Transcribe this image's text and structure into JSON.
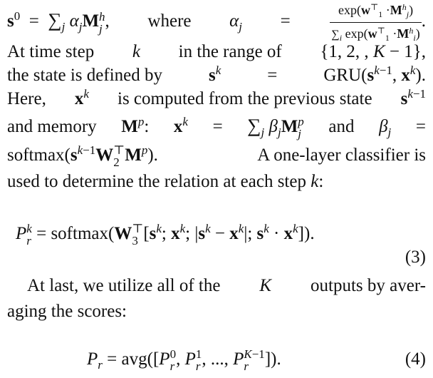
{
  "paragraph1": {
    "line1_where": "where",
    "line2_text": "At time step",
    "line2_text2": "in the range of",
    "line3_text": "the state is defined by",
    "line3_gru": "GRU",
    "line4_text": "Here,",
    "line4_text2": "is computed from the previous state",
    "line5_text": "and memory",
    "line5_and": "and",
    "line6_softmax": "softmax",
    "line6_text": "A one-layer classifier is",
    "line7_text": "used to determine the relation at each step"
  },
  "equation3": {
    "softmax": "softmax",
    "label": "(3)"
  },
  "paragraph2": {
    "line1": "At last, we utilize all of the",
    "line1_k": "K",
    "line1_rest": "outputs by aver-",
    "line2": "aging the scores:"
  },
  "equation4": {
    "avg": "avg",
    "label": "(4)"
  }
}
